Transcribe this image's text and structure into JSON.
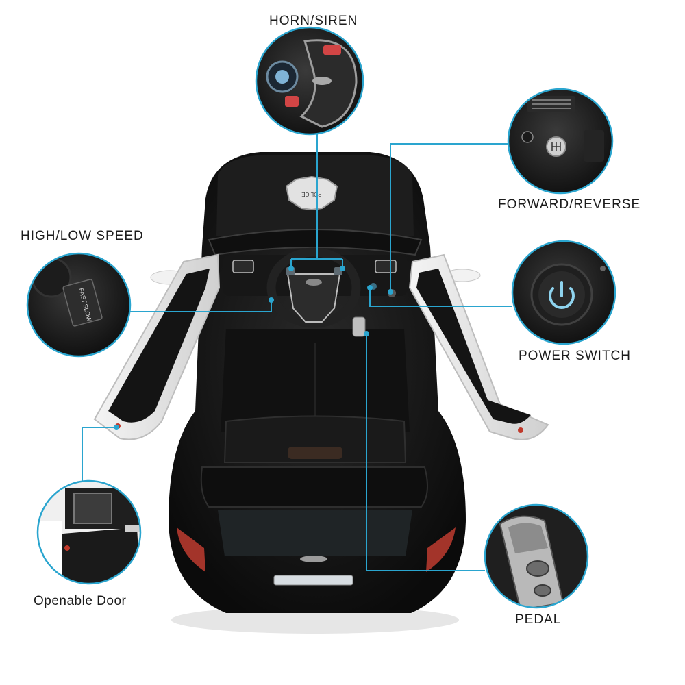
{
  "callouts": {
    "horn": "HORN/SIREN",
    "forward_reverse": "FORWARD/REVERSE",
    "high_low_speed": "HIGH/LOW SPEED",
    "power_switch": "POWER SWITCH",
    "openable_door": "Openable Door",
    "pedal": "PEDAL"
  },
  "switch_labels": {
    "fast": "FAST",
    "slow": "SLOW"
  },
  "badge_text": [
    "POLICE"
  ],
  "colors": {
    "accent": "#2aa5cf",
    "body": "#141414",
    "door_trim": "#ffffff",
    "brake_light": "#c0392b"
  },
  "icons": [
    "steering-wheel-icon",
    "power-icon",
    "gear-knob-icon",
    "pedal-icon",
    "police-badge-icon"
  ]
}
